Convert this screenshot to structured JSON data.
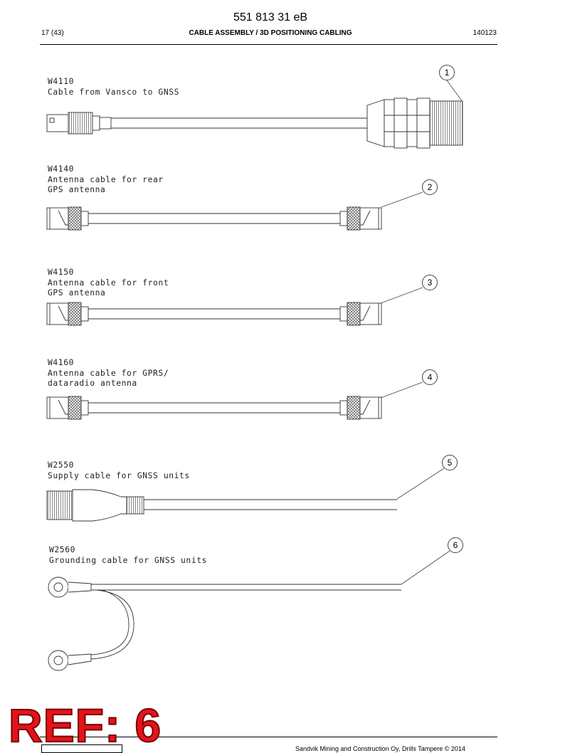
{
  "header": {
    "doc_number": "551 813 31 eB",
    "page": "17 (43)",
    "section_title": "CABLE ASSEMBLY / 3D POSITIONING CABLING",
    "code": "140123"
  },
  "cables": [
    {
      "id": "W4110",
      "lines": [
        "W4110",
        "Cable from Vansco to GNSS"
      ],
      "callout": "1"
    },
    {
      "id": "W4140",
      "lines": [
        "W4140",
        "Antenna cable for rear",
        "GPS antenna"
      ],
      "callout": "2"
    },
    {
      "id": "W4150",
      "lines": [
        "W4150",
        "Antenna cable for front",
        "GPS antenna"
      ],
      "callout": "3"
    },
    {
      "id": "W4160",
      "lines": [
        "W4160",
        "Antenna cable for GPRS/",
        "dataradio antenna"
      ],
      "callout": "4"
    },
    {
      "id": "W2550",
      "lines": [
        "W2550",
        "Supply cable for GNSS units"
      ],
      "callout": "5"
    },
    {
      "id": "W2560",
      "lines": [
        "W2560",
        "Grounding cable for GNSS units"
      ],
      "callout": "6"
    }
  ],
  "stamp": {
    "text": "REF: 6"
  },
  "footer": {
    "text": "Sandvik Mining and Construction Oy, Drills Tampere © 2014"
  }
}
